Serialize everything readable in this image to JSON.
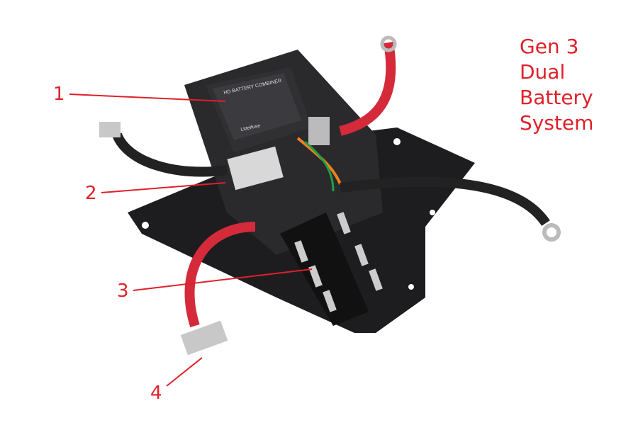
{
  "title": {
    "lines": [
      "Gen 3",
      "Dual",
      "Battery",
      "System"
    ]
  },
  "callouts": [
    {
      "number": "1"
    },
    {
      "number": "2"
    },
    {
      "number": "3"
    },
    {
      "number": "4"
    }
  ],
  "product_markings": {
    "combiner_label": "HD BATTERY COMBINER",
    "brand": "Littelfuse"
  },
  "colors": {
    "accent": "#e0202a",
    "plate": "#1c1c1e",
    "cable_red": "#d42a3a",
    "cable_black": "#222222"
  }
}
